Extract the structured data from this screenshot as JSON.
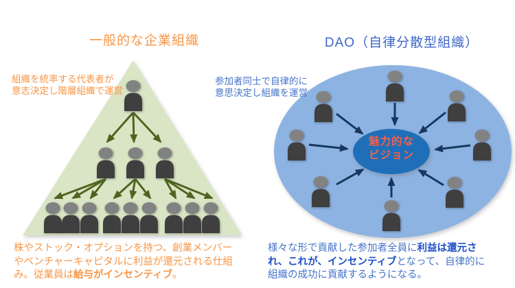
{
  "left_panel": {
    "title": "一般的な企業組織",
    "annotation_line1": "組織を統率する代表者が",
    "annotation_line2": "意志決定し階層組織で運営",
    "caption_pre": "株やストック・オプションを持つ、創業メンバーやベンチャーキャピタルに利益が還元される仕組み。従業員は",
    "caption_bold": "給与がインセンティブ",
    "caption_post": "。",
    "hierarchy_levels": "1-3-9",
    "person_count": 13,
    "colors": {
      "accent": "#F79646",
      "triangle": "#D9E5C4",
      "arrow": "#4E6421"
    }
  },
  "right_panel": {
    "title": "DAO（自律分散型組織）",
    "annotation_line1": "参加者同士で自律的に",
    "annotation_line2": "意思決定し組織を運営",
    "vision_line1": "魅力的な",
    "vision_line2": "ビジョン",
    "caption_pre": "様々な形で貢献した参加者全員に",
    "caption_bold": "利益は還元され、これが、インセンティブ",
    "caption_post": "となって、自律的に組織の成功に貢献するようになる。",
    "member_count": 8,
    "colors": {
      "accent": "#4573C9",
      "accent_bold": "#1F4EC9",
      "outer_ellipse": "#8DB3E2",
      "center_ellipse": "#1F6FB8",
      "vision_text": "#F2604D",
      "arrow": "#17375E"
    }
  },
  "person_icon": {
    "head_color": "#828282",
    "body_color": "#3F3F3F"
  }
}
